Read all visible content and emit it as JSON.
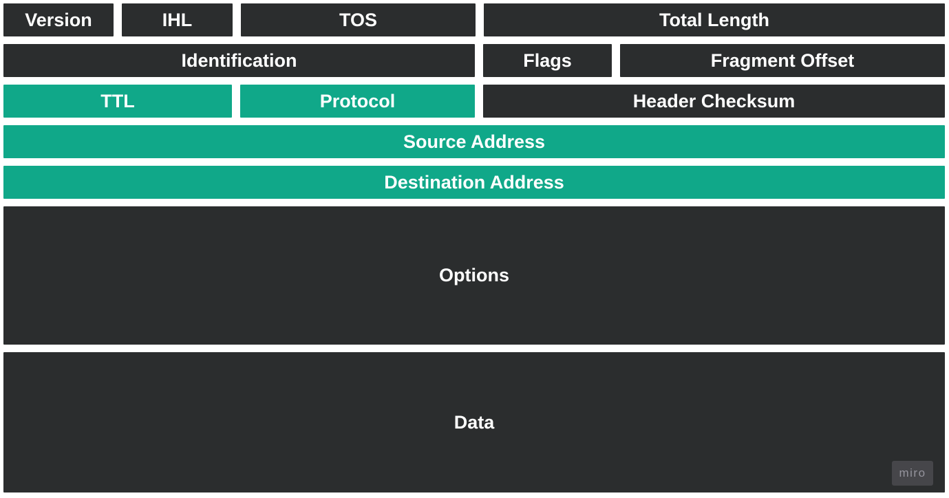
{
  "colors": {
    "teal": "#10A889",
    "dark": "#2B2D2E",
    "background": "#FFFFFF",
    "label_text": "#FFFFFF"
  },
  "diagram": {
    "row1": {
      "version": "Version",
      "ihl": "IHL",
      "tos": "TOS",
      "total_length": "Total Length"
    },
    "row2": {
      "identification": "Identification",
      "flags": "Flags",
      "fragment_offset": "Fragment Offset"
    },
    "row3": {
      "ttl": "TTL",
      "protocol": "Protocol",
      "header_checksum": "Header Checksum"
    },
    "row4": {
      "source_address": "Source Address"
    },
    "row5": {
      "destination_address": "Destination Address"
    },
    "row6": {
      "options": "Options"
    },
    "row7": {
      "data": "Data"
    }
  },
  "watermark": {
    "label": "miro"
  }
}
